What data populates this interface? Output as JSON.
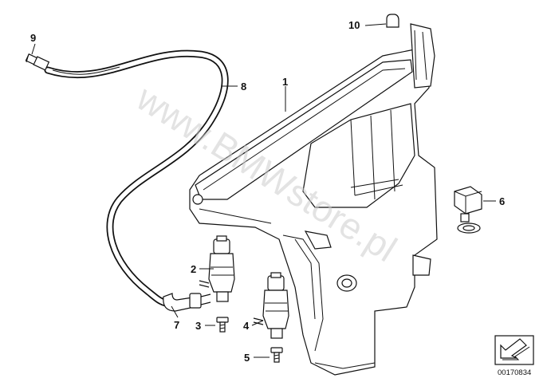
{
  "callouts": {
    "c1": "1",
    "c2": "2",
    "c3": "3",
    "c4": "4",
    "c5": "5",
    "c6": "6",
    "c7": "7",
    "c8": "8",
    "c9": "9",
    "c10": "10"
  },
  "watermark": "www.BMWstore.pl",
  "doc_number": "00170834",
  "icons": [
    "arrow-icon"
  ]
}
